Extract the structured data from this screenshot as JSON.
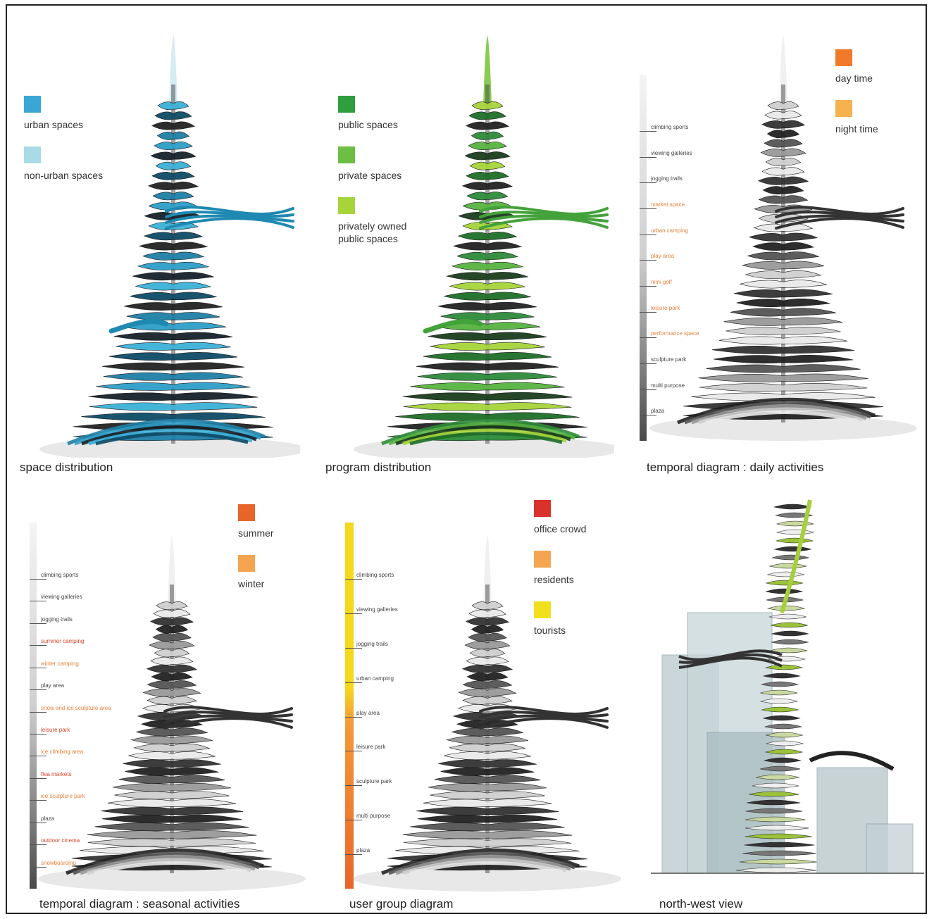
{
  "panels": [
    {
      "caption": "space distribution",
      "legend": [
        {
          "label": "urban spaces",
          "color": "#3aa6d6"
        },
        {
          "label": "non-urban spaces",
          "color": "#a9dbe6"
        }
      ]
    },
    {
      "caption": "program distribution",
      "legend": [
        {
          "label": "public spaces",
          "color": "#2e9e3e"
        },
        {
          "label": "private spaces",
          "color": "#6cbf43"
        },
        {
          "label": "privately owned\npublic spaces",
          "color": "#a7d43a"
        }
      ]
    },
    {
      "caption": "temporal diagram : daily activities",
      "legend": [
        {
          "label": "day time",
          "color": "#f07a2a"
        },
        {
          "label": "night time",
          "color": "#f5b24f"
        }
      ],
      "scale_labels": [
        {
          "text": "climbing sports",
          "tone": "dark"
        },
        {
          "text": "viewing galleries",
          "tone": "dark"
        },
        {
          "text": "jogging trails",
          "tone": "dark"
        },
        {
          "text": "market space",
          "tone": "orange"
        },
        {
          "text": "urban camping",
          "tone": "orange"
        },
        {
          "text": "play area",
          "tone": "orange"
        },
        {
          "text": "mini golf",
          "tone": "orange"
        },
        {
          "text": "leisure park",
          "tone": "orange"
        },
        {
          "text": "performance space",
          "tone": "orange"
        },
        {
          "text": "sculpture park",
          "tone": "dark"
        },
        {
          "text": "multi purpose",
          "tone": "dark"
        },
        {
          "text": "plaza",
          "tone": "dark"
        }
      ]
    },
    {
      "caption": "temporal diagram : seasonal activities",
      "legend": [
        {
          "label": "summer",
          "color": "#e8652a"
        },
        {
          "label": "winter",
          "color": "#f5a54f"
        }
      ],
      "scale_labels": [
        {
          "text": "climbing sports",
          "tone": "dark"
        },
        {
          "text": "viewing galleries",
          "tone": "dark"
        },
        {
          "text": "jogging trails",
          "tone": "dark"
        },
        {
          "text": "summer camping",
          "tone": "red"
        },
        {
          "text": "winter camping",
          "tone": "orange"
        },
        {
          "text": "play area",
          "tone": "dark"
        },
        {
          "text": "snow and ice sculpture area",
          "tone": "orange"
        },
        {
          "text": "leisure park",
          "tone": "red"
        },
        {
          "text": "ice climbing area",
          "tone": "orange"
        },
        {
          "text": "flea markets",
          "tone": "red"
        },
        {
          "text": "ice sculpture park",
          "tone": "orange"
        },
        {
          "text": "plaza",
          "tone": "dark"
        },
        {
          "text": "outdoor cinema",
          "tone": "red"
        },
        {
          "text": "snowboarding",
          "tone": "orange"
        }
      ]
    },
    {
      "caption": "user group diagram",
      "legend": [
        {
          "label": "office crowd",
          "color": "#d9322a"
        },
        {
          "label": "residents",
          "color": "#f5a54f"
        },
        {
          "label": "tourists",
          "color": "#f2e01e"
        }
      ],
      "scale_labels": [
        {
          "text": "climbing sports",
          "tone": "dark"
        },
        {
          "text": "viewing galleries",
          "tone": "dark"
        },
        {
          "text": "jogging trails",
          "tone": "dark"
        },
        {
          "text": "urban camping",
          "tone": "dark"
        },
        {
          "text": "play area",
          "tone": "dark"
        },
        {
          "text": "leisure park",
          "tone": "dark"
        },
        {
          "text": "sculpture park",
          "tone": "dark"
        },
        {
          "text": "multi purpose",
          "tone": "dark"
        },
        {
          "text": "plaza",
          "tone": "dark"
        }
      ]
    },
    {
      "caption": "north-west view",
      "legend": []
    }
  ],
  "colors": {
    "urban": "#2e8fb0",
    "non_urban": "#bfe3ec",
    "green_dark": "#2e7d32",
    "green_mid": "#4caf3e",
    "green_light": "#b5d93a",
    "slab_dark": "#222",
    "slab_light": "#cfcfcf"
  }
}
